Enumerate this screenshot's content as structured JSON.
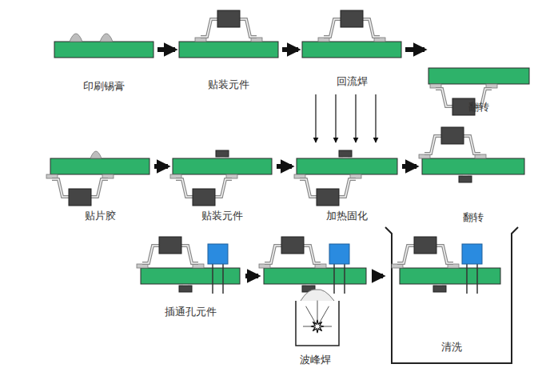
{
  "diagram": {
    "nodes": [
      {
        "text": [
          "印刷锡膏"
        ]
      },
      {
        "text": [
          "贴装元件"
        ]
      },
      {
        "text": [
          "回流焊"
        ]
      },
      {
        "text": [
          "翻转"
        ]
      },
      {
        "text": [
          "贴片胶"
        ]
      },
      {
        "text": [
          "贴装元件"
        ]
      },
      {
        "text": [
          "加热固化"
        ]
      },
      {
        "text": [
          "翻转"
        ]
      },
      {
        "text": [
          "插通孔元件"
        ]
      },
      {
        "text": [
          "波峰焊"
        ]
      },
      {
        "text": [
          "清洗"
        ]
      }
    ],
    "edges": [
      {
        "from": 0,
        "to": 1,
        "arrow": "to"
      },
      {
        "from": 1,
        "to": 2,
        "arrow": "to"
      },
      {
        "from": 2,
        "to": 3,
        "arrow": "to"
      },
      {
        "from": 4,
        "to": 5,
        "arrow": "to"
      },
      {
        "from": 5,
        "to": 6,
        "arrow": "to"
      },
      {
        "from": 6,
        "to": 7,
        "arrow": "to"
      },
      {
        "from": 8,
        "to": 9,
        "arrow": "to"
      },
      {
        "from": 9,
        "to": 10,
        "arrow": "to"
      }
    ]
  }
}
